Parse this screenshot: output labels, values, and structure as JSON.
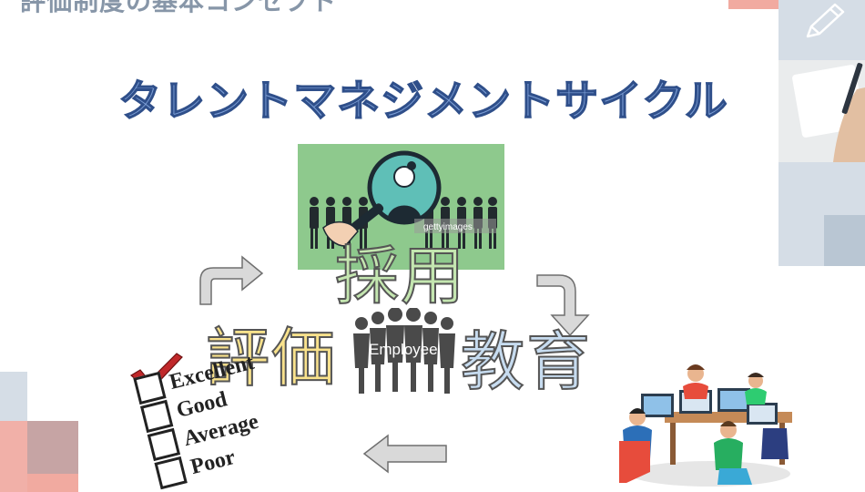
{
  "header": {
    "title": "評価制度の基本コンセプト"
  },
  "diagram": {
    "title": "タレントマネジメントサイクル",
    "steps": {
      "recruit": "採用",
      "educate": "教育",
      "evaluate": "評価"
    },
    "center_label": "Employee",
    "image_watermark": "gettyimages",
    "checklist": {
      "items": [
        "Excellent",
        "Good",
        "Average",
        "Poor"
      ],
      "checked": "Excellent"
    }
  },
  "colors": {
    "title": "#7d9fd6",
    "recruit": "#c4e6b0",
    "evaluate": "#f9e28c",
    "educate": "#c7dcf0",
    "arrow": "#d9d9d9",
    "check": "#c0282a"
  },
  "icons": {
    "arrows": [
      "arrow-curved-up-right",
      "arrow-curved-down-right",
      "arrow-left"
    ],
    "decor": [
      "pencil-icon",
      "magnifier-icon",
      "checkmark-icon"
    ]
  }
}
